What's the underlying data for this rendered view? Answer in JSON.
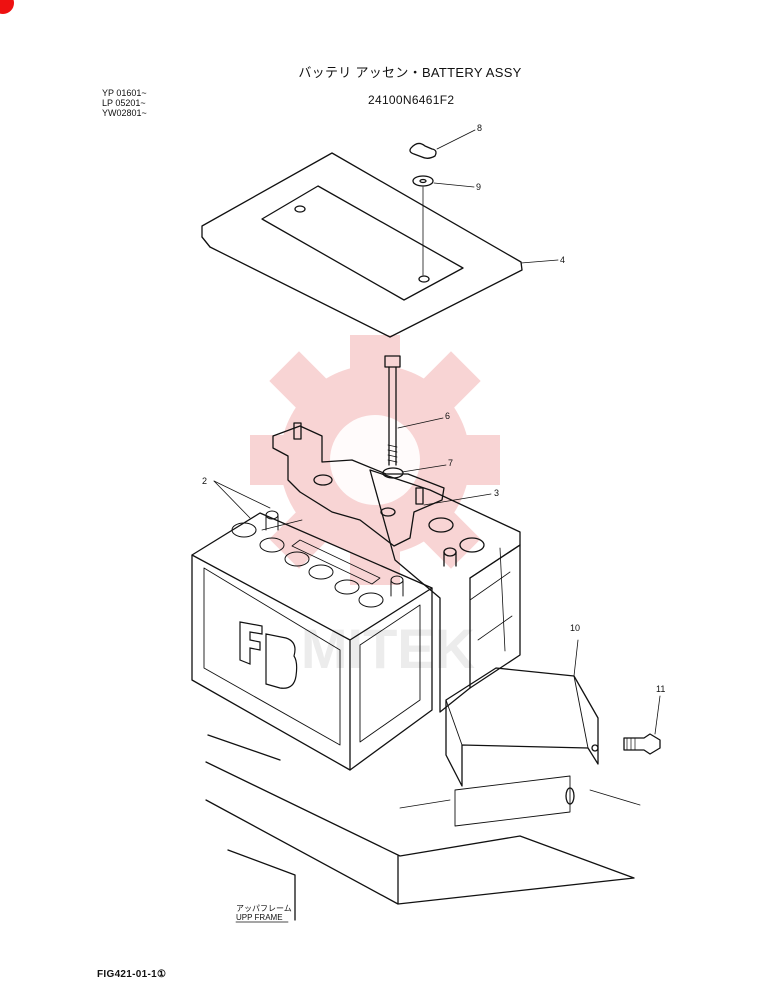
{
  "header": {
    "title": "バッテリ アッセン・BATTERY ASSY",
    "part_number": "24100N6461F2",
    "serials": [
      "YP 01601~",
      "LP 05201~",
      "YW02801~"
    ]
  },
  "callouts": [
    "2",
    "3",
    "4",
    "6",
    "7",
    "8",
    "9",
    "10",
    "11"
  ],
  "battery_marking": "FB",
  "frame_label": {
    "jp": "アッパフレーム",
    "en": "UPP FRAME"
  },
  "footer": {
    "figure_id": "FIG421-01-1①"
  },
  "watermark_text": "MITEK",
  "colors": {
    "line": "#111111",
    "watermark": "#f3b5b5"
  }
}
